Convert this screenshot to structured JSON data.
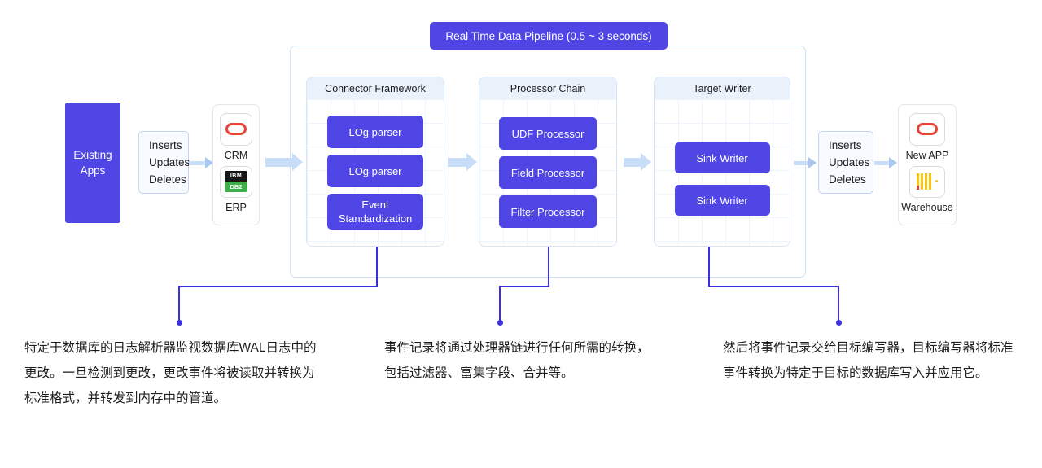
{
  "diagram": {
    "pipeline_title": "Real Time Data Pipeline (0.5 ~ 3 seconds)",
    "source": {
      "app_block": "Existing\nApps",
      "app_block_line1": "Existing",
      "app_block_line2": "Apps",
      "operations": [
        "Inserts",
        "Updates",
        "Deletes"
      ],
      "systems": [
        {
          "label": "CRM",
          "icon": "oracle-icon"
        },
        {
          "label": "ERP",
          "icon": "ibm-db2-icon",
          "icon_top_text": "IBM",
          "icon_bottom_text": "DB2"
        }
      ]
    },
    "stages": [
      {
        "title": "Connector Framework",
        "nodes": [
          "LOg parser",
          "LOg parser",
          "Event Standardization"
        ]
      },
      {
        "title": "Processor Chain",
        "nodes": [
          "UDF Processor",
          "Field Processor",
          "Filter Processor"
        ]
      },
      {
        "title": "Target Writer",
        "nodes": [
          "Sink Writer",
          "Sink Writer"
        ]
      }
    ],
    "target": {
      "operations": [
        "Inserts",
        "Updates",
        "Deletes"
      ],
      "systems": [
        {
          "label": "New APP",
          "icon": "oracle-icon"
        },
        {
          "label": "Warehouse",
          "icon": "warehouse-bars-icon"
        }
      ]
    },
    "captions": [
      "特定于数据库的日志解析器监视数据库WAL日志中的更改。一旦检测到更改，更改事件将被读取并转换为标准格式，并转发到内存中的管道。",
      "事件记录将通过处理器链进行任何所需的转换，包括过滤器、富集字段、合并等。",
      "然后将事件记录交给目标编写器，目标编写器将标准事件转换为特定于目标的数据库写入并应用它。"
    ],
    "colors": {
      "accent_blue": "#4f46e5",
      "connector_blue": "#3b2fe0",
      "arrow_blue": "#c8ddf8",
      "panel_header": "#e9f1fb",
      "panel_border": "#d6e6f7",
      "oracle_red": "#e8443a",
      "db2_green": "#3fae4a",
      "warehouse_yellow": "#ffc403"
    }
  }
}
